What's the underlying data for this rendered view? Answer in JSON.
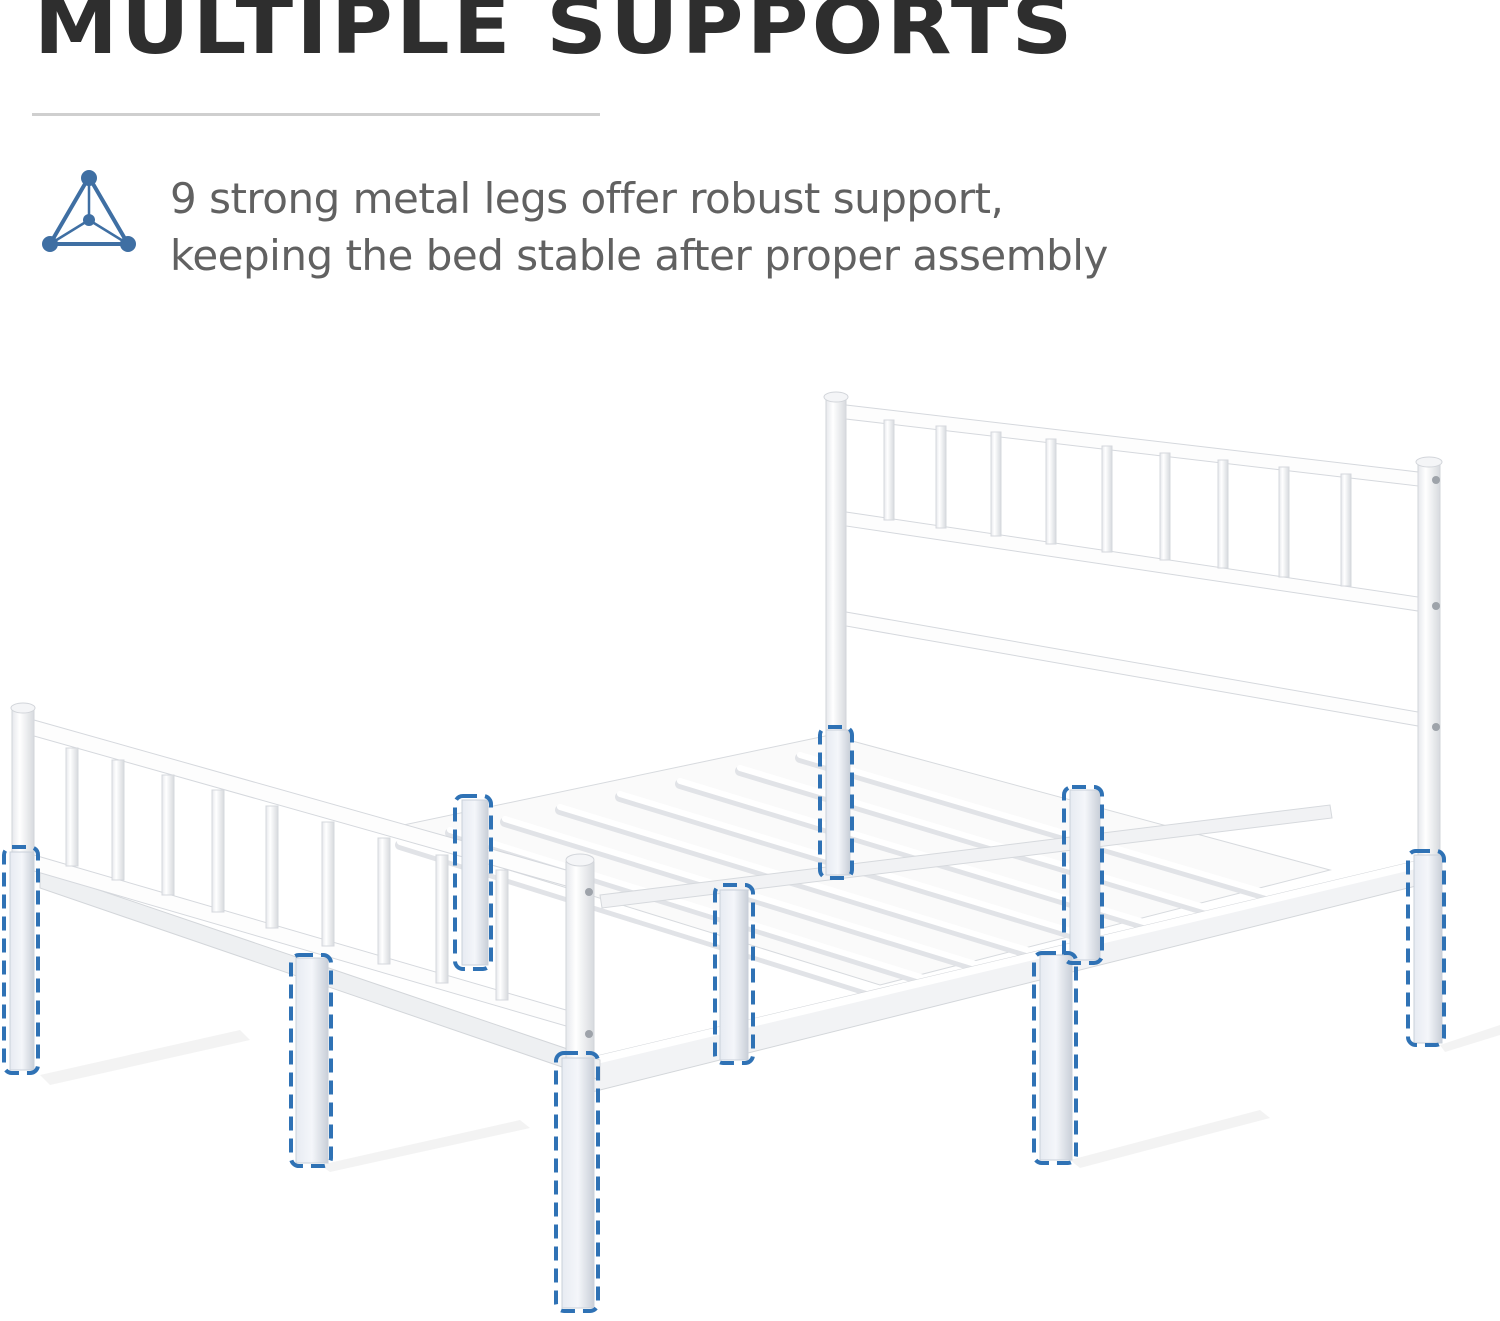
{
  "header": {
    "title": "MULTIPLE SUPPORTS"
  },
  "feature": {
    "icon": "tetrahedron-support-icon",
    "icon_color": "#3f6fa3",
    "lines": [
      "9 strong metal legs offer robust support,",
      "keeping the bed stable after proper assembly"
    ]
  },
  "illustration": {
    "subject": "white metal platform bed frame with headboard and footboard",
    "highlighted_legs_count": 9,
    "highlight_style": "dashed blue outline",
    "highlight_color": "#2f72b5",
    "frame_color": "#ffffff"
  },
  "colors": {
    "title": "#2e2e2e",
    "body_text": "#616161",
    "divider": "#cfcfcf",
    "accent": "#2f72b5"
  }
}
